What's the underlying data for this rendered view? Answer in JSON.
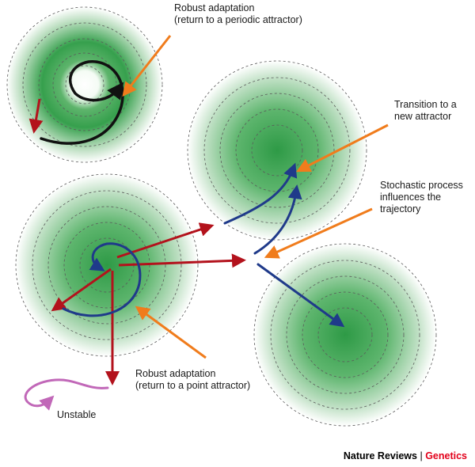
{
  "labels": {
    "periodic": [
      "Robust adaptation",
      "(return to a periodic attractor)"
    ],
    "transition": [
      "Transition to a",
      "new attractor"
    ],
    "stochastic": [
      "Stochastic process",
      "influences the",
      "trajectory"
    ],
    "point": [
      "Robust adaptation",
      "(return to a point attractor)"
    ],
    "unstable": "Unstable"
  },
  "credit": {
    "journal": "Nature Reviews",
    "separator": "|",
    "section": "Genetics"
  },
  "colors": {
    "basin_center": "#2e9a46",
    "basin_edge": "#ffffff",
    "ring": "#5a5a5a",
    "black_arrow": "#111111",
    "red_arrow": "#b3121c",
    "blue_arrow": "#1f3a8a",
    "orange_arrow": "#f07c1c",
    "purple_arrow": "#c168b8",
    "genetics_red": "#e2001a"
  },
  "icons": {
    "basin": "attractor-basin",
    "periodic_core": "limit-cycle-white-core"
  }
}
